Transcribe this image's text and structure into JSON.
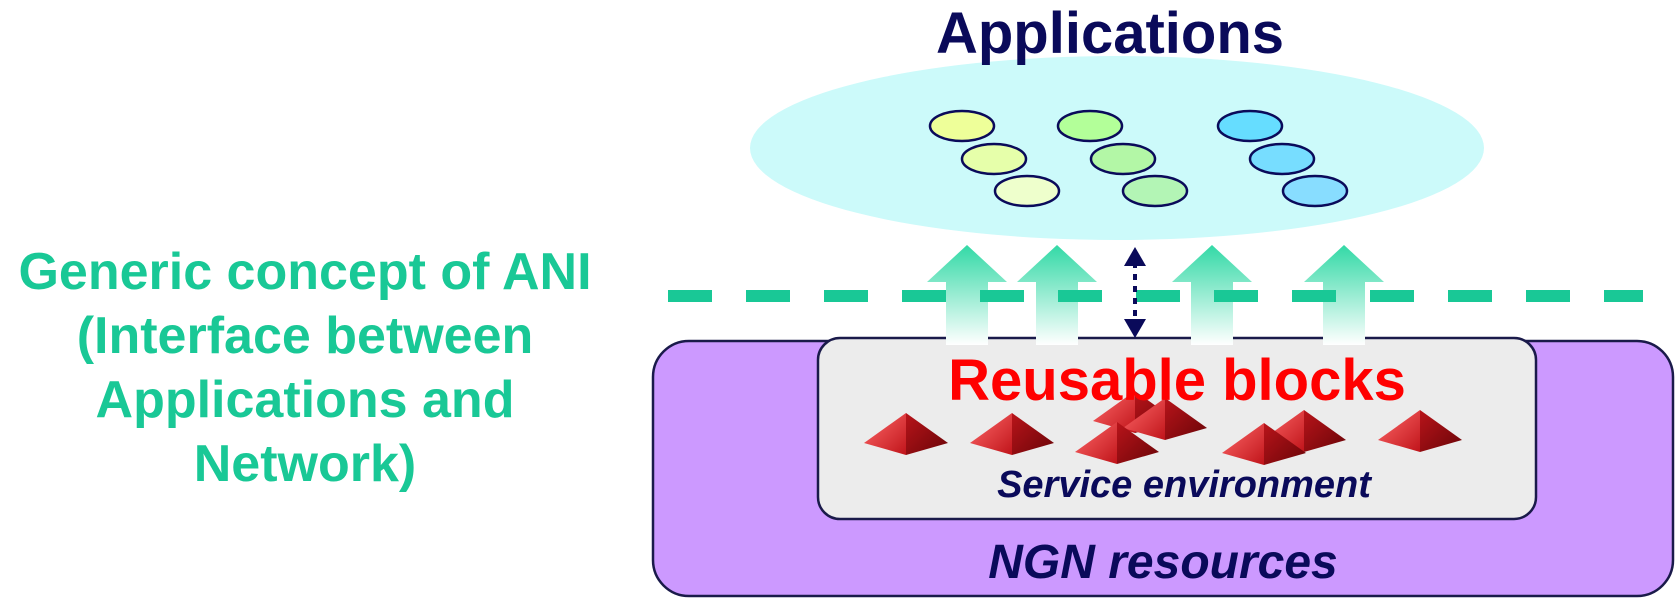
{
  "title": "Applications",
  "ani_label": {
    "line1": "Generic concept of ANI",
    "line2": "(Interface between",
    "line3": "Applications and",
    "line4": "Network)"
  },
  "reusable_blocks": "Reusable blocks",
  "service_environment": "Service environment",
  "ngn_resources": "NGN resources",
  "colors": {
    "ani_green": "#19c896",
    "title_navy": "#0a0a5a",
    "cloud": "#ccfafa",
    "ngn_purple": "#cc99ff",
    "service_env_gray": "#ececec",
    "reusable_red": "#ff0000",
    "pyramid_red": "#cc1a1a"
  }
}
